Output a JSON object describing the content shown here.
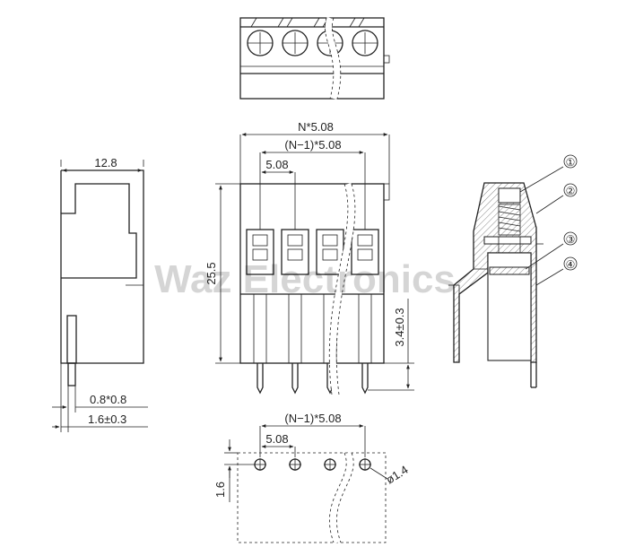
{
  "dimensions": {
    "n_pitch": "N*5.08",
    "n_minus_pitch_top": "(N−1)*5.08",
    "pitch_top": "5.08",
    "side_width": "12.8",
    "height": "25.5",
    "pin_length": "3.4±0.3",
    "pin_section": "0.8*0.8",
    "pin_offset": "1.6±0.3",
    "n_minus_pitch_bottom": "(N−1)*5.08",
    "pitch_bottom": "5.08",
    "hole_diameter": "ø1.4",
    "row_offset": "1.6"
  },
  "callouts": [
    "①",
    "②",
    "③",
    "④"
  ],
  "watermark": "Waz Electronics",
  "colors": {
    "line": "#222222",
    "hatch": "#888888",
    "background": "#ffffff"
  }
}
